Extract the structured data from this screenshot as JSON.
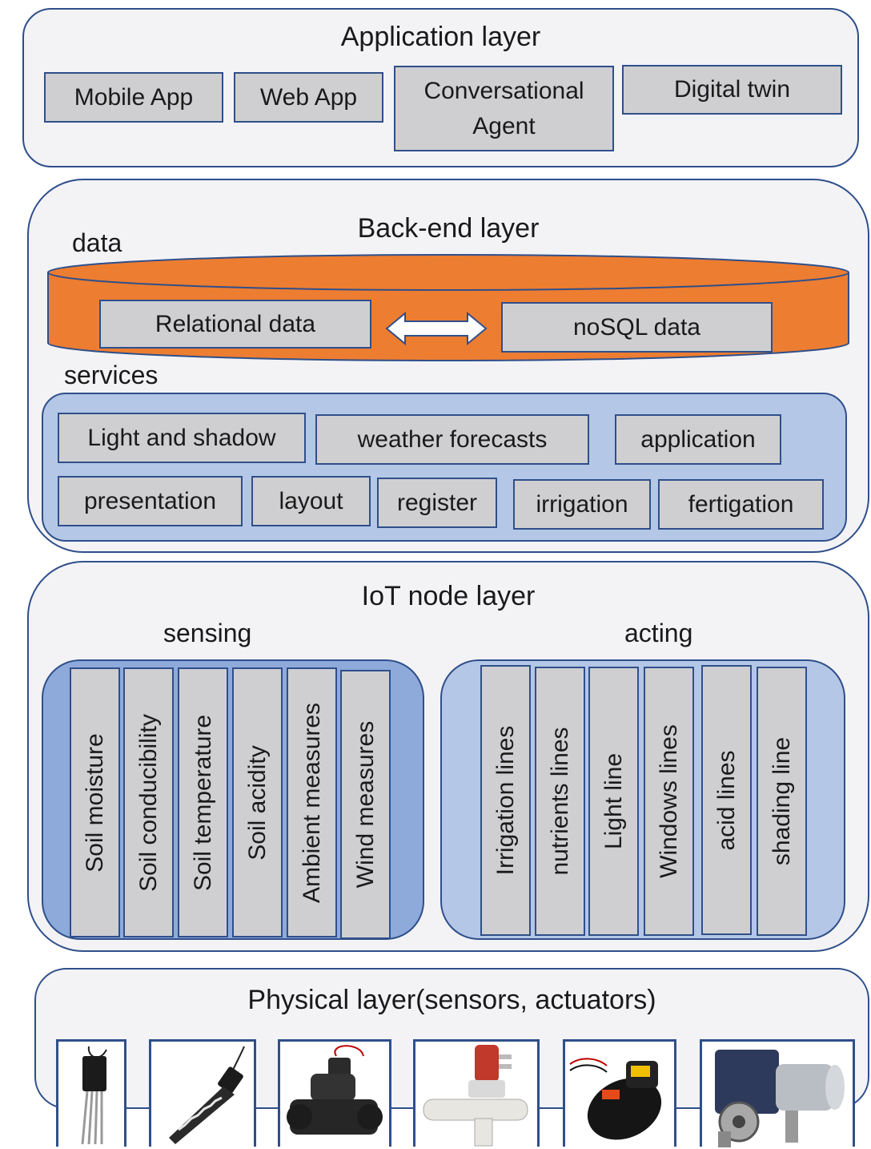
{
  "application_layer": {
    "title": "Application layer",
    "items": [
      "Mobile App",
      "Web App",
      "Conversational Agent",
      "Digital twin"
    ]
  },
  "backend_layer": {
    "title": "Back-end layer",
    "data_label": "data",
    "data_items": [
      "Relational data",
      "noSQL data"
    ],
    "services_label": "services",
    "services_row1": [
      "Light and shadow",
      "weather forecasts",
      "application"
    ],
    "services_row2": [
      "presentation",
      "layout",
      "register",
      "irrigation",
      "fertigation"
    ]
  },
  "iot_layer": {
    "title": "IoT node layer",
    "sensing_label": "sensing",
    "sensing_items": [
      "Soil moisture",
      "Soil conducibility",
      "Soil temperature",
      "Soil acidity",
      "Ambient measures",
      "Wind measures"
    ],
    "acting_label": "acting",
    "acting_items": [
      "Irrigation lines",
      "nutrients lines",
      "Light line",
      "Windows lines",
      "acid lines",
      "shading line"
    ]
  },
  "physical_layer": {
    "title": "Physical layer(sensors, actuators)",
    "devices": [
      "soil-probe",
      "moisture-spike-sensor",
      "irrigation-valve",
      "solenoid-valve",
      "diaphragm-pump",
      "gear-motor"
    ]
  },
  "colors": {
    "border": "#2f4f8a",
    "box_fill": "#cfcfd2",
    "layer_fill": "#f3f3f6",
    "cylinder_orange": "#ed7d31",
    "services_blue": "#b4c7e7",
    "sensing_blue": "#8eaadb"
  }
}
